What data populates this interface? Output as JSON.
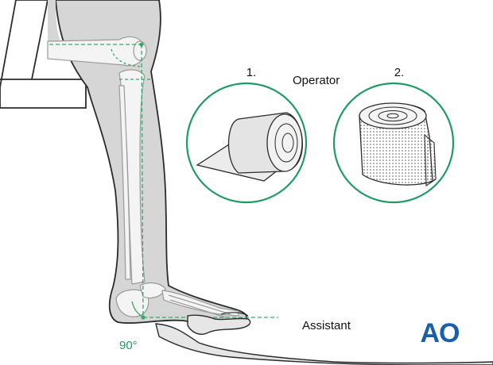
{
  "labels": {
    "step1": "1.",
    "step2": "2.",
    "operator": "Operator",
    "assistant": "Assistant",
    "angle": "90°",
    "logo": "AO"
  },
  "colors": {
    "skin": "#d6d6d6",
    "skin_outline": "#2b2b2b",
    "bone": "#f4f4f4",
    "bone_outline": "#9a9a9a",
    "guide_green": "#3aa66a",
    "circle_green": "#1f9a66",
    "angle_text": "#1f9a66",
    "logo_blue": "#1b5fa8",
    "chair": "#ffffff"
  },
  "icons": [
    "padding-roll-icon",
    "elastic-bandage-roll-icon",
    "ao-logo"
  ]
}
